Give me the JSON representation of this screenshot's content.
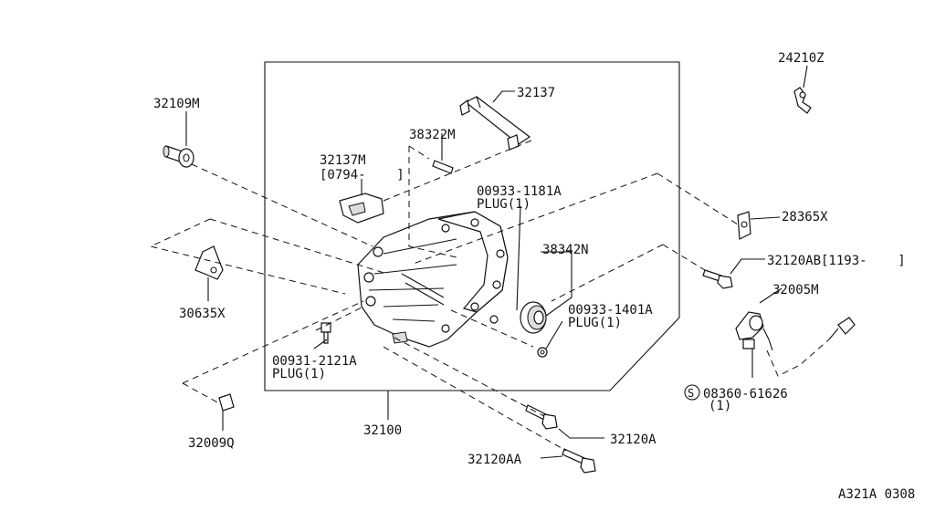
{
  "labels": {
    "p24210z": "24210Z",
    "p32109m": "32109M",
    "p32137": "32137",
    "p38322m": "38322M",
    "p32137m": "32137M",
    "p32137m_date": "[0794-    ]",
    "p00933_1181a": "00933-1181A",
    "p00933_1181a_sub": "PLUG(1)",
    "p28365x": "28365X",
    "p38342n": "38342N",
    "p32120ab": "32120AB[1193-    ]",
    "p32005m": "32005M",
    "p00933_1401a": "00933-1401A",
    "p00933_1401a_sub": "PLUG(1)",
    "p30635x": "30635X",
    "p00931_2121a": "00931-2121A",
    "p00931_2121a_sub": "PLUG(1)",
    "p08360_61626": "08360-61626",
    "p08360_61626_sub": "(1)",
    "p32009q": "32009Q",
    "p32100": "32100",
    "p32120a": "32120A",
    "p32120aa": "32120AA",
    "s_mark": "S",
    "drawing_code": "A321A 0308"
  }
}
